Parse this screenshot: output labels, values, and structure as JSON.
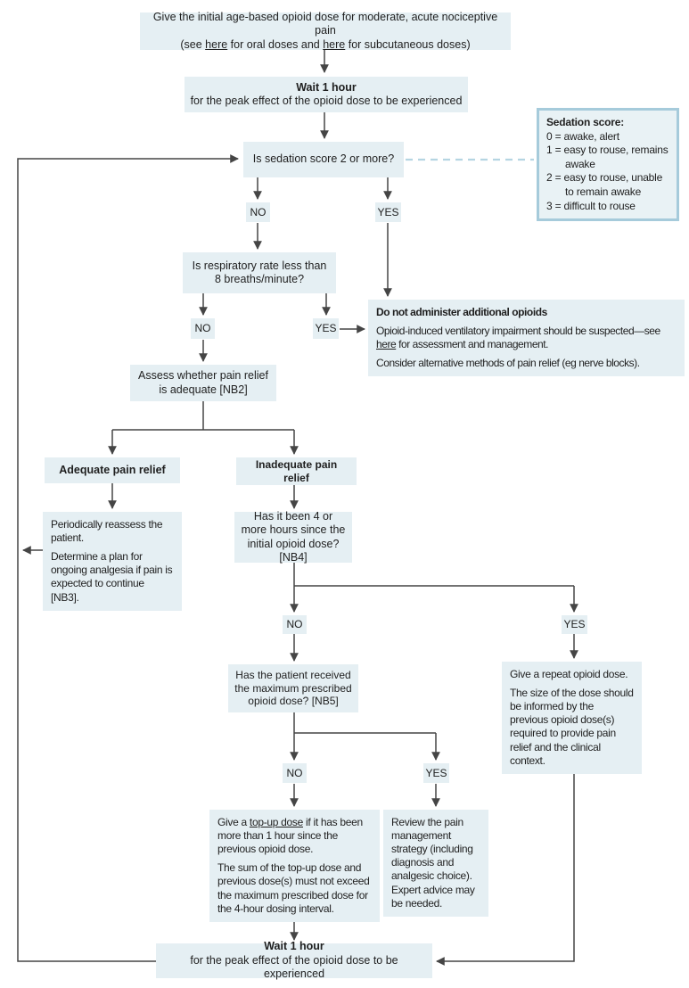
{
  "labels": {
    "no": "NO",
    "yes": "YES"
  },
  "nodes": {
    "start": {
      "line1": "Give the initial age-based opioid dose for moderate, acute nociceptive pain",
      "see_pre": "(see ",
      "link_oral": "here",
      "see_mid": " for oral doses and ",
      "link_subcut": "here",
      "see_post": " for subcutaneous doses)"
    },
    "wait": {
      "title": "Wait 1 hour",
      "subtitle": "for the peak effect of the opioid dose to be experienced"
    },
    "sedation_question": "Is sedation score 2 or more?",
    "sedation_key": {
      "title": "Sedation score:",
      "items": [
        "0 = awake, alert",
        "1 = easy to rouse, remains awake",
        "2 = easy to rouse, unable to remain awake",
        "3 = difficult to rouse"
      ]
    },
    "respiratory_question": "Is respiratory rate less than 8 breaths/minute?",
    "do_not_administer": {
      "title": "Do not administer additional opioids",
      "p1_pre": "Opioid-induced ventilatory impairment should be suspected—see ",
      "p1_link": "here",
      "p1_post": " for assessment and management.",
      "p2": "Consider alternative methods of pain relief (eg nerve blocks)."
    },
    "assess": "Assess whether pain relief is adequate [NB2]",
    "adequate": "Adequate pain relief",
    "inadequate": "Inadequate pain relief",
    "reassess": {
      "p1": "Periodically reassess the patient.",
      "p2": "Determine a plan for ongoing analgesia if pain is expected to continue [NB3]."
    },
    "four_hours_question": "Has it been 4 or more hours since the initial opioid dose? [NB4]",
    "repeat_dose": {
      "p1": "Give a repeat opioid dose.",
      "p2": "The size of the dose should be informed by the previous opioid dose(s) required to provide pain relief and the clinical context."
    },
    "max_dose_question": "Has the patient received the maximum prescribed opioid dose? [NB5]",
    "top_up": {
      "p1_pre": "Give a ",
      "p1_link": "top-up dose",
      "p1_post": " if it has been more than 1 hour since the previous opioid dose.",
      "p2": "The sum of the top-up dose and previous dose(s) must not exceed the maximum prescribed dose for the 4-hour dosing interval."
    },
    "review": "Review the pain management strategy (including diagnosis and analgesic choice). Expert advice may be needed."
  },
  "colors": {
    "box_fill": "#e5eff3",
    "key_fill": "#e9f2f5",
    "key_border": "#a6cbdb",
    "dashed_line": "#b5d5e2",
    "line": "#454545",
    "text": "#1f1f1f"
  }
}
